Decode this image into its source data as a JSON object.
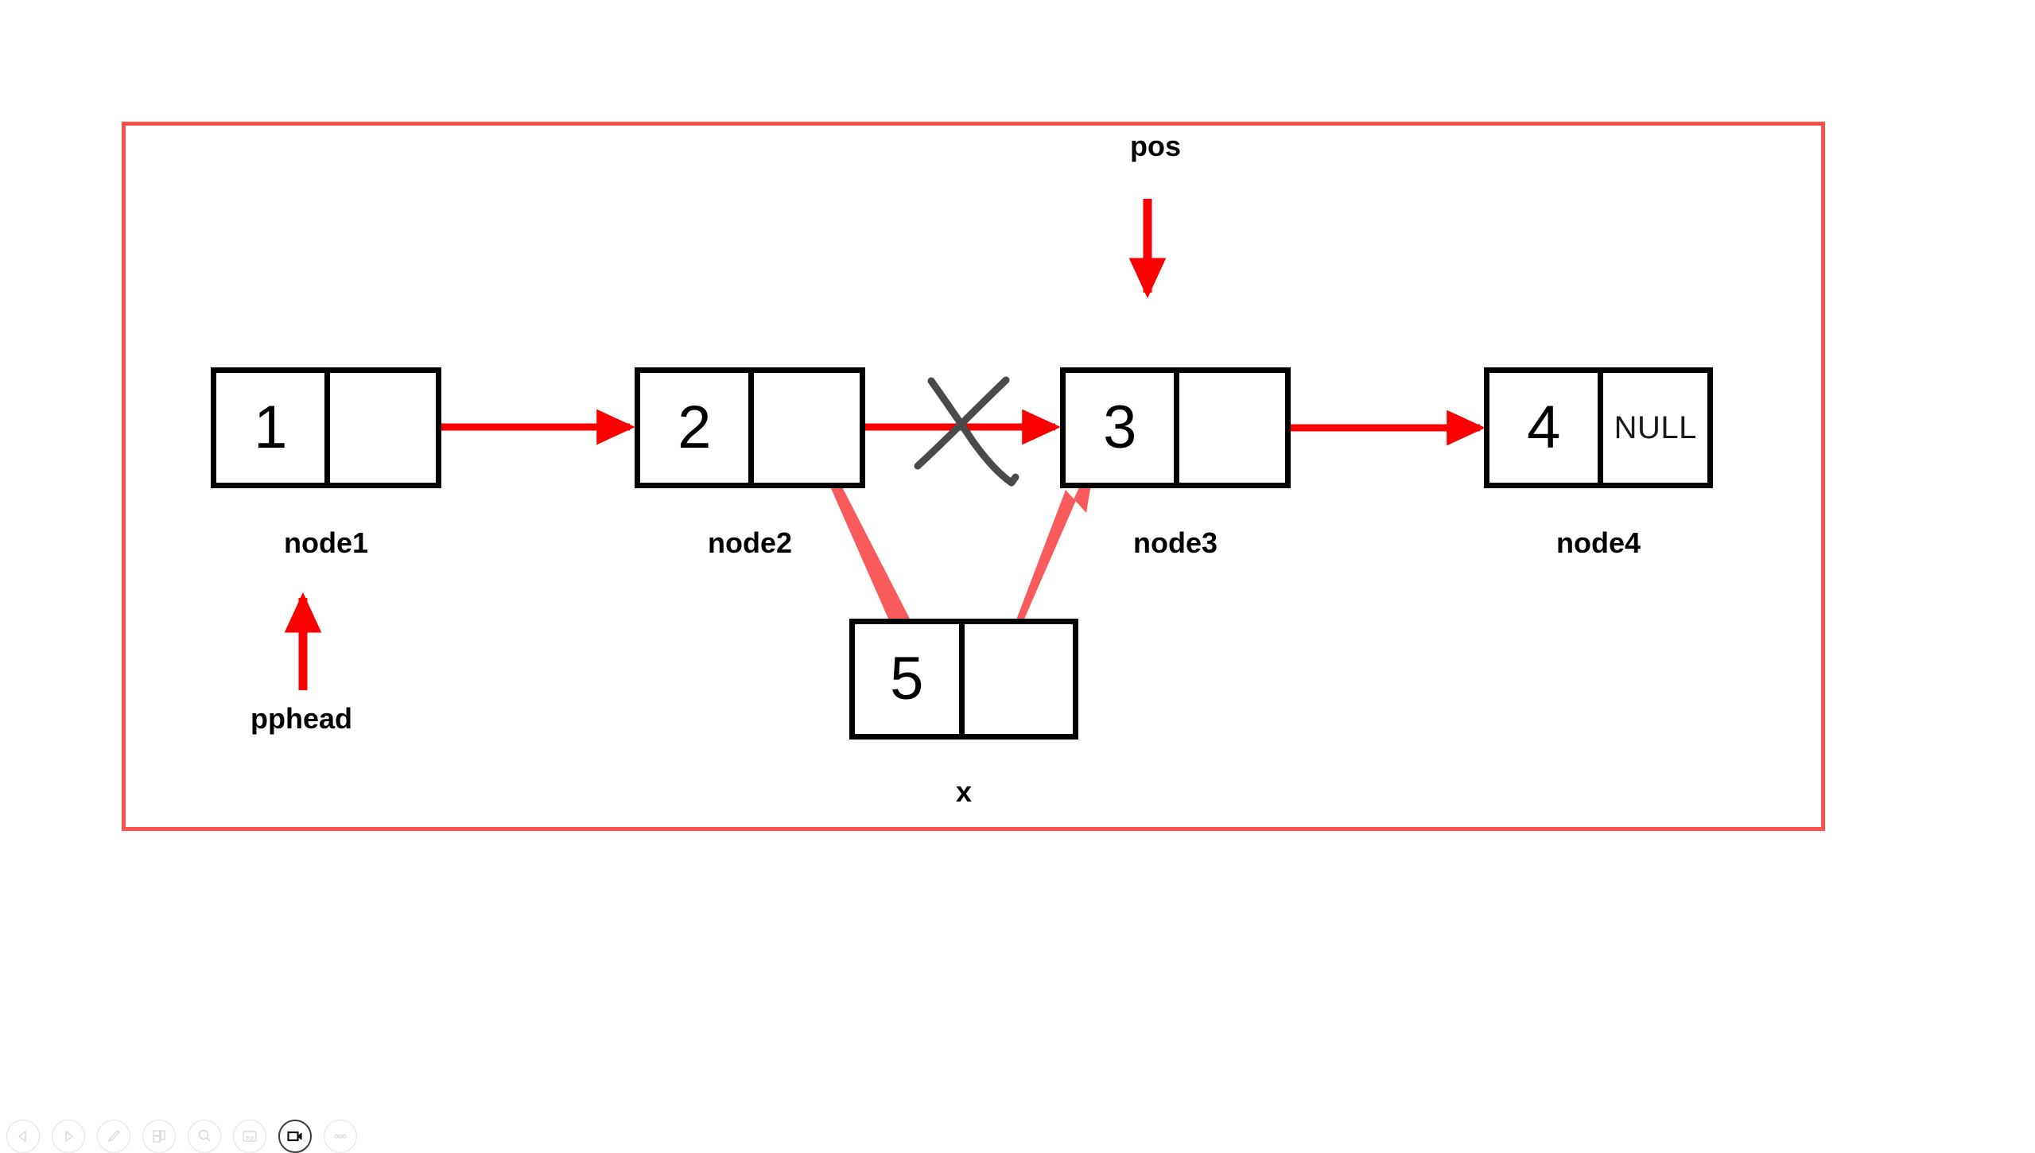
{
  "slide": {
    "frame_color": "#fb5151",
    "background": "#ffffff"
  },
  "diagram": {
    "title_note": "singly linked list insert-before-pos illustration",
    "nodes": [
      {
        "id": "node1",
        "value": "1",
        "next_text": "",
        "caption": "node1"
      },
      {
        "id": "node2",
        "value": "2",
        "next_text": "",
        "caption": "node2"
      },
      {
        "id": "node3",
        "value": "3",
        "next_text": "",
        "caption": "node3"
      },
      {
        "id": "node4",
        "value": "4",
        "next_text": "NULL",
        "caption": "node4"
      },
      {
        "id": "nodex",
        "value": "5",
        "next_text": "",
        "caption": "x"
      }
    ],
    "pointers": [
      {
        "id": "pos",
        "label": "pos",
        "direction": "down",
        "target": "node3"
      },
      {
        "id": "pphead",
        "label": "pphead",
        "direction": "up",
        "target": "node1"
      }
    ],
    "links": [
      {
        "from": "node1",
        "to": "node2",
        "style": "solid-red",
        "state": "kept"
      },
      {
        "from": "node2",
        "to": "node3",
        "style": "solid-red",
        "state": "crossed-out"
      },
      {
        "from": "node3",
        "to": "node4",
        "style": "solid-red",
        "state": "kept"
      },
      {
        "from": "node2",
        "to": "nodex",
        "style": "thick-red",
        "state": "new"
      },
      {
        "from": "nodex",
        "to": "node3",
        "style": "thick-red",
        "state": "new"
      }
    ],
    "annotations": [
      {
        "id": "cross-out",
        "shape": "x-mark",
        "color": "#4a4a4a",
        "meaning": "old link removed"
      }
    ],
    "colors": {
      "arrow_red": "#fb0000",
      "thick_arrow_red": "#f95a5a",
      "cross_gray": "#4a4a4a",
      "node_border": "#000000"
    }
  },
  "toolbar": {
    "buttons": [
      {
        "id": "prev",
        "label": "Previous",
        "icon": "triangle-left-icon",
        "active": false
      },
      {
        "id": "next",
        "label": "Next",
        "icon": "triangle-right-icon",
        "active": false
      },
      {
        "id": "pen",
        "label": "Pen",
        "icon": "pen-icon",
        "active": false
      },
      {
        "id": "slides",
        "label": "Slides",
        "icon": "panels-icon",
        "active": false
      },
      {
        "id": "zoom",
        "label": "Zoom",
        "icon": "magnifier-icon",
        "active": false
      },
      {
        "id": "captions",
        "label": "Captions",
        "icon": "subtitles-icon",
        "active": false
      },
      {
        "id": "record",
        "label": "Record",
        "icon": "video-camera-icon",
        "active": true
      },
      {
        "id": "more",
        "label": "More",
        "icon": "ellipsis-icon",
        "active": false
      }
    ]
  }
}
